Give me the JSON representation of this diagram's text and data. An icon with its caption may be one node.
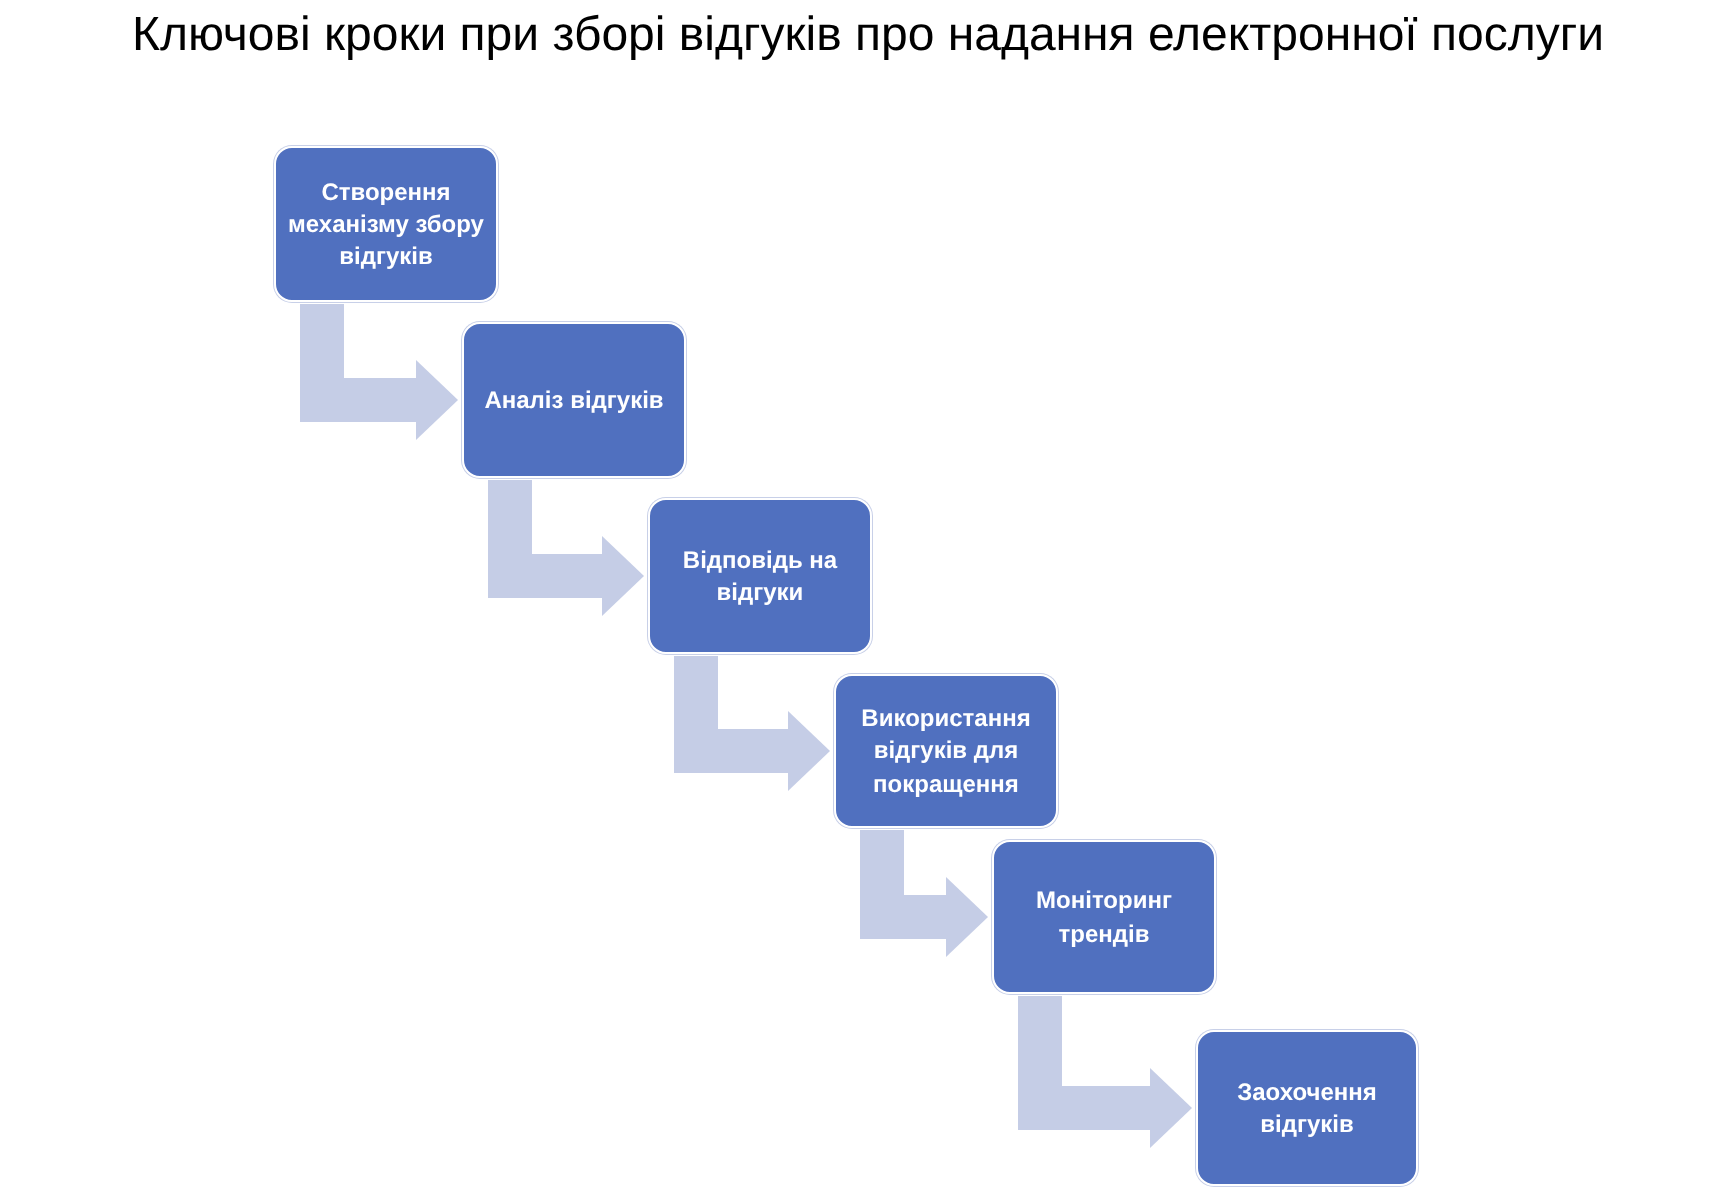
{
  "diagram": {
    "title": "Ключові кроки при зборі відгуків про надання електронної послуги",
    "nodes": [
      {
        "text": [
          "Створення механізму збору відгуків"
        ]
      },
      {
        "text": [
          "Аналіз відгуків"
        ]
      },
      {
        "text": [
          "Відповідь на відгуки"
        ]
      },
      {
        "text": [
          "Використання відгуків для покращення"
        ]
      },
      {
        "text": [
          "Моніторинг трендів"
        ]
      },
      {
        "text": [
          "Заохочення відгуків"
        ]
      }
    ],
    "edges": [
      {
        "from": 0,
        "to": 1,
        "arrow": "to"
      },
      {
        "from": 1,
        "to": 2,
        "arrow": "to"
      },
      {
        "from": 2,
        "to": 3,
        "arrow": "to"
      },
      {
        "from": 3,
        "to": 4,
        "arrow": "to"
      },
      {
        "from": 4,
        "to": 5,
        "arrow": "to"
      }
    ]
  }
}
